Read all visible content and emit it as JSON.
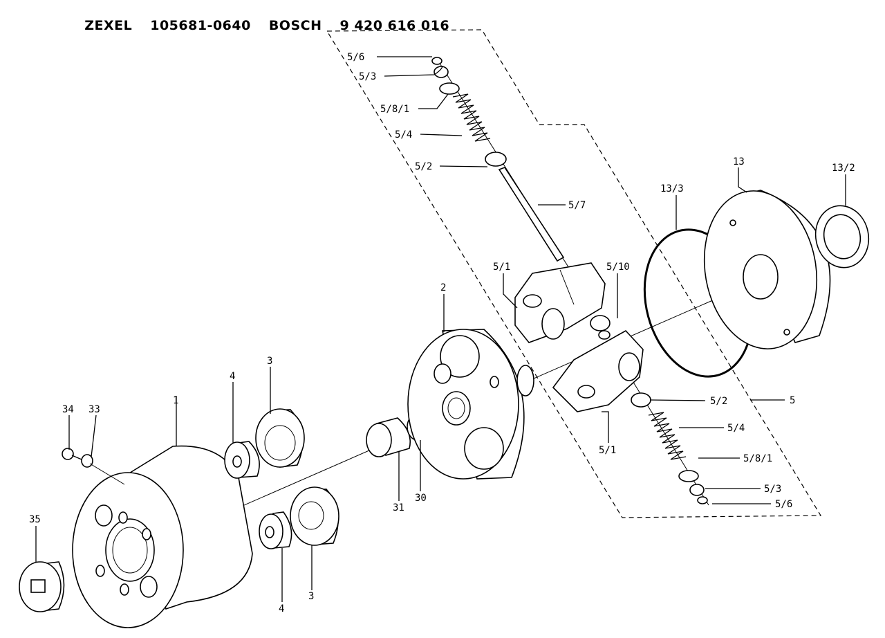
{
  "header": {
    "brand1": "ZEXEL",
    "part_no": "105681-0640",
    "brand2": "BOSCH",
    "bosch_no": "9 420 616 016"
  },
  "labels": {
    "l_5_6_top": "5/6",
    "l_5_3_top": "5/3",
    "l_5_8_1_top": "5/8/1",
    "l_5_4_top": "5/4",
    "l_5_2_top": "5/2",
    "l_5_7": "5/7",
    "l_13": "13",
    "l_13_2": "13/2",
    "l_13_3": "13/3",
    "l_5_1_top": "5/1",
    "l_5_10": "5/10",
    "l_2": "2",
    "l_3_top": "3",
    "l_4_top": "4",
    "l_1": "1",
    "l_34": "34",
    "l_33": "33",
    "l_35": "35",
    "l_31": "31",
    "l_30": "30",
    "l_4_bot": "4",
    "l_3_bot": "3",
    "l_5_2_bot": "5/2",
    "l_5": "5",
    "l_5_4_bot": "5/4",
    "l_5_1_bot": "5/1",
    "l_5_8_1_bot": "5/8/1",
    "l_5_3_bot": "5/3",
    "l_5_6_bot": "5/6"
  }
}
